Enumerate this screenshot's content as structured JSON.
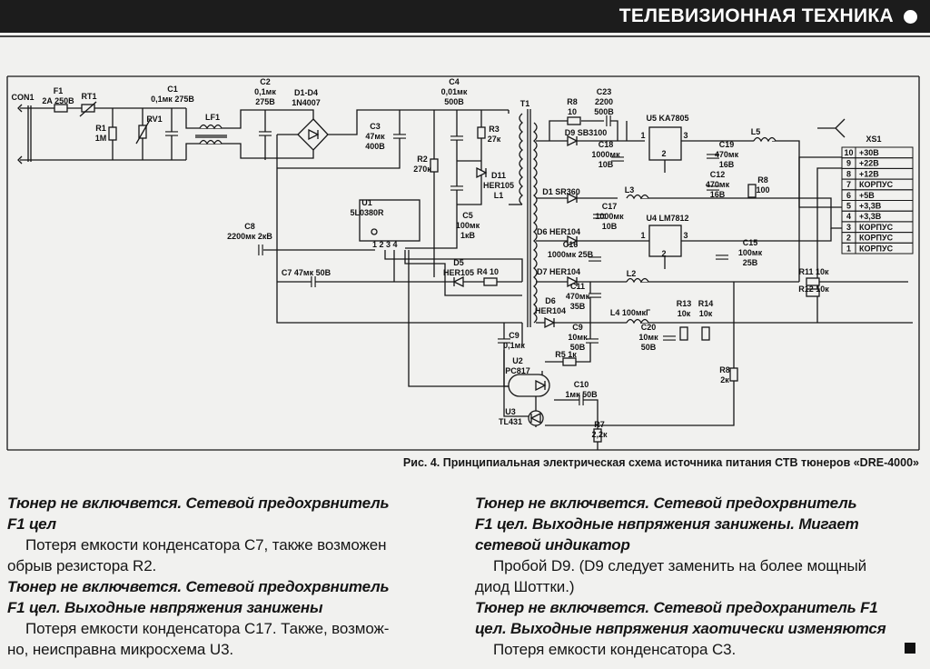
{
  "header": {
    "title": "ТЕЛЕВИЗИОННАЯ ТЕХНИКА",
    "bullet_icon": "filled-circle"
  },
  "figure": {
    "caption": "Рис. 4. Принципиальная электрическая схема источника питания СТВ тюнеров «DRE-4000»",
    "components": [
      {
        "id": "CON1",
        "lines": [
          "CON1"
        ]
      },
      {
        "id": "F1",
        "lines": [
          "F1",
          "2A 250В"
        ]
      },
      {
        "id": "RT1",
        "lines": [
          "RT1"
        ]
      },
      {
        "id": "C1",
        "lines": [
          "C1",
          "0,1мк 275В"
        ]
      },
      {
        "id": "R1",
        "lines": [
          "R1",
          "1M"
        ]
      },
      {
        "id": "RV1",
        "lines": [
          "RV1"
        ]
      },
      {
        "id": "LF1",
        "lines": [
          "LF1"
        ]
      },
      {
        "id": "C2",
        "lines": [
          "C2",
          "0,1мк",
          "275В"
        ]
      },
      {
        "id": "D1-D4",
        "lines": [
          "D1-D4",
          "1N4007"
        ]
      },
      {
        "id": "C3",
        "lines": [
          "C3",
          "47мк",
          "400В"
        ]
      },
      {
        "id": "C4",
        "lines": [
          "C4",
          "0,01мк",
          "500В"
        ]
      },
      {
        "id": "R2",
        "lines": [
          "R2",
          "270к"
        ]
      },
      {
        "id": "R3",
        "lines": [
          "R3",
          "27к"
        ]
      },
      {
        "id": "D11",
        "lines": [
          "D11",
          "HER105",
          "L1"
        ]
      },
      {
        "id": "C5",
        "lines": [
          "C5",
          "100мк",
          "1кВ"
        ]
      },
      {
        "id": "U1",
        "lines": [
          "U1",
          "5L0380R"
        ]
      },
      {
        "id": "U1pins",
        "lines": [
          "1  2  3  4"
        ]
      },
      {
        "id": "C8",
        "lines": [
          "C8",
          "2200мк 2кВ"
        ]
      },
      {
        "id": "C7",
        "lines": [
          "C7 47мк 50В"
        ]
      },
      {
        "id": "D5",
        "lines": [
          "D5",
          "HER105"
        ]
      },
      {
        "id": "R4",
        "lines": [
          "R4 10"
        ]
      },
      {
        "id": "T1",
        "lines": [
          "T1"
        ]
      },
      {
        "id": "R8a",
        "lines": [
          "R8",
          "10"
        ]
      },
      {
        "id": "C23",
        "lines": [
          "C23",
          "2200",
          "500В"
        ]
      },
      {
        "id": "U5",
        "lines": [
          "U5 KA7805"
        ]
      },
      {
        "id": "D9",
        "lines": [
          "D9 SB3100"
        ]
      },
      {
        "id": "C18",
        "lines": [
          "C18",
          "1000мк",
          "10В"
        ]
      },
      {
        "id": "C19",
        "lines": [
          "C19",
          "470мк",
          "16В"
        ]
      },
      {
        "id": "L5",
        "lines": [
          "L5"
        ]
      },
      {
        "id": "C12",
        "lines": [
          "C12",
          "470мк",
          "16В"
        ]
      },
      {
        "id": "R8b",
        "lines": [
          "R8",
          "100"
        ]
      },
      {
        "id": "D1",
        "lines": [
          "D1  SR360"
        ]
      },
      {
        "id": "L3",
        "lines": [
          "L3"
        ]
      },
      {
        "id": "C17",
        "lines": [
          "C17",
          "1000мк",
          "10В"
        ]
      },
      {
        "id": "U4",
        "lines": [
          "U4 LM7812"
        ]
      },
      {
        "id": "D6a",
        "lines": [
          "D6 HER104"
        ]
      },
      {
        "id": "C16",
        "lines": [
          "C16",
          "1000мк 25В"
        ]
      },
      {
        "id": "C15",
        "lines": [
          "C15",
          "100мк",
          "25В"
        ]
      },
      {
        "id": "D7",
        "lines": [
          "D7 HER104"
        ]
      },
      {
        "id": "L2",
        "lines": [
          "L2"
        ]
      },
      {
        "id": "C11",
        "lines": [
          "C11",
          "470мк",
          "35В"
        ]
      },
      {
        "id": "D6b",
        "lines": [
          "D6",
          "HER104"
        ]
      },
      {
        "id": "L4",
        "lines": [
          "L4 100мкГ"
        ]
      },
      {
        "id": "C20",
        "lines": [
          "C20",
          "10мк",
          "50В"
        ]
      },
      {
        "id": "R13",
        "lines": [
          "R13",
          "10к"
        ]
      },
      {
        "id": "R14",
        "lines": [
          "R14",
          "10к"
        ]
      },
      {
        "id": "C9a",
        "lines": [
          "C9",
          "10мк",
          "50В"
        ]
      },
      {
        "id": "R11",
        "lines": [
          "R11 10к"
        ]
      },
      {
        "id": "R12",
        "lines": [
          "R12 10к"
        ]
      },
      {
        "id": "R8c",
        "lines": [
          "R8",
          "2к"
        ]
      },
      {
        "id": "C9b",
        "lines": [
          "C9",
          "0,1мк"
        ]
      },
      {
        "id": "U2",
        "lines": [
          "U2",
          "PC817"
        ]
      },
      {
        "id": "R5",
        "lines": [
          "R5  1к"
        ]
      },
      {
        "id": "C10",
        "lines": [
          "C10",
          "1мк 50В"
        ]
      },
      {
        "id": "U3",
        "lines": [
          "U3",
          "TL431"
        ]
      },
      {
        "id": "R7",
        "lines": [
          "R7",
          "2,2к"
        ]
      },
      {
        "id": "U5pins",
        "lines": [
          "1",
          "3",
          "2"
        ]
      },
      {
        "id": "U4pins",
        "lines": [
          "1",
          "3",
          "2"
        ]
      }
    ],
    "connector": {
      "ref": "XS1",
      "pins": [
        {
          "num": "10",
          "signal": "+30В"
        },
        {
          "num": "9",
          "signal": "+22В"
        },
        {
          "num": "8",
          "signal": "+12В"
        },
        {
          "num": "7",
          "signal": "КОРПУС"
        },
        {
          "num": "6",
          "signal": "+5В"
        },
        {
          "num": "5",
          "signal": "+3,3В"
        },
        {
          "num": "4",
          "signal": "+3,3В"
        },
        {
          "num": "3",
          "signal": "КОРПУС"
        },
        {
          "num": "2",
          "signal": "КОРПУС"
        },
        {
          "num": "1",
          "signal": "КОРПУС"
        }
      ]
    }
  },
  "article": {
    "left": [
      {
        "type": "h",
        "text": "Тюнер не включвется. Сетевой предохрвнитель"
      },
      {
        "type": "h",
        "text": "F1 цел"
      },
      {
        "type": "p",
        "indent": true,
        "text": "Потеря емкости конденсатора С7, также возможен"
      },
      {
        "type": "p",
        "text": "обрыв резистора R2."
      },
      {
        "type": "h",
        "text": "Тюнер не включвется. Сетевой предохрвнитель"
      },
      {
        "type": "h",
        "text": "F1 цел. Выходные нвпряжения занижены"
      },
      {
        "type": "p",
        "indent": true,
        "text": "Потеря емкости конденсатора С17. Также, возмож-"
      },
      {
        "type": "p",
        "text": "но, неисправна микросхема U3."
      }
    ],
    "right": [
      {
        "type": "h",
        "text": "Тюнер не включвется. Сетевой предохрвнитель"
      },
      {
        "type": "h",
        "text": "F1 цел. Выходные нвпряжения занижены. Мигает"
      },
      {
        "type": "h",
        "text": "сетевой индикатор"
      },
      {
        "type": "p",
        "indent": true,
        "text": "Пробой D9. (D9 следует заменить на более мощный"
      },
      {
        "type": "p",
        "text": "диод Шоттки.)"
      },
      {
        "type": "h",
        "text": "Тюнер не включвется. Сетевой предохранитель F1"
      },
      {
        "type": "h",
        "text": "цел. Выходные нвпряжения хаотически изменяются"
      },
      {
        "type": "p",
        "indent": true,
        "text": "Потеря емкости конденсатора С3."
      }
    ],
    "end_mark_icon": "filled-square"
  }
}
